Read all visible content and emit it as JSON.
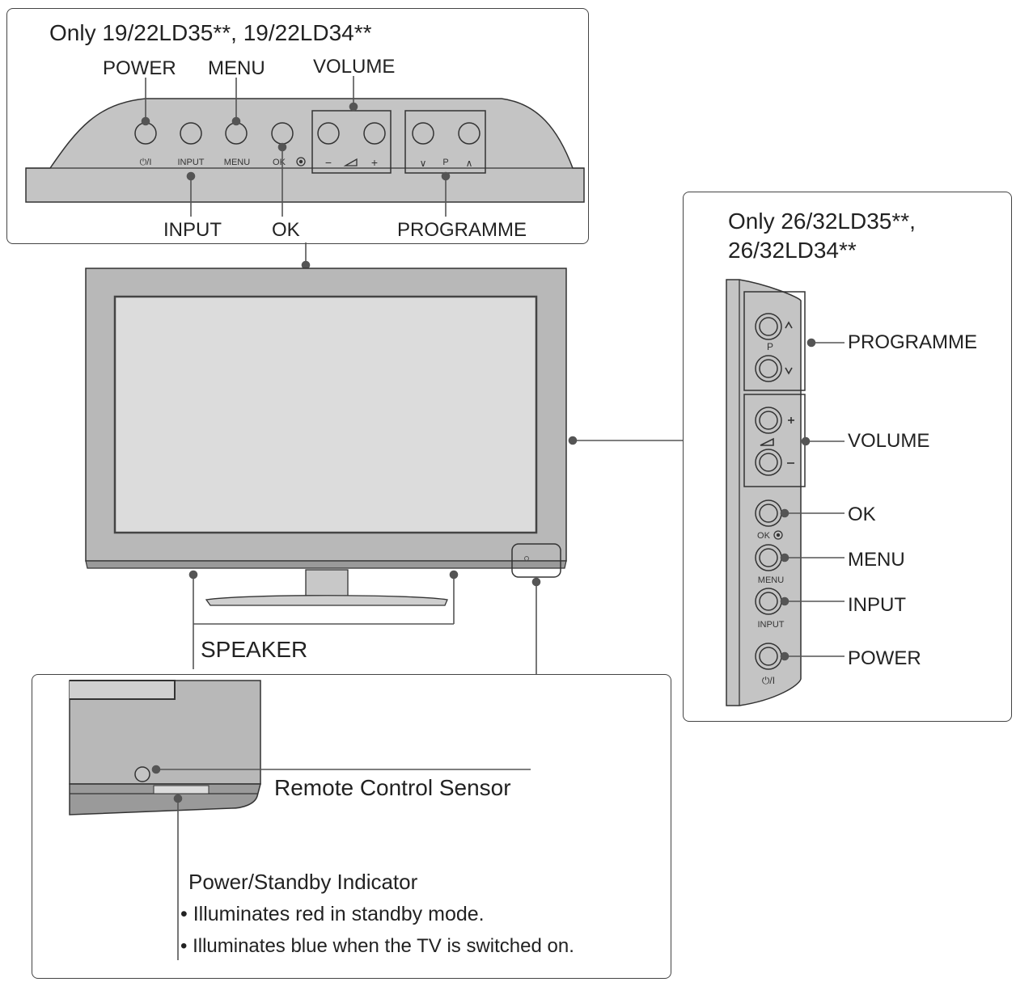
{
  "top_panel": {
    "title": "Only 19/22LD35**, 19/22LD34**",
    "callouts": {
      "power": "POWER",
      "menu": "MENU",
      "volume": "VOLUME",
      "input": "INPUT",
      "ok": "OK",
      "programme": "PROGRAMME"
    },
    "button_marks": {
      "power": "⏻/I",
      "input": "INPUT",
      "menu": "MENU",
      "ok": "OK",
      "vol_minus": "−",
      "vol_plus": "+",
      "prog_down": "∨",
      "prog_p": "P",
      "prog_up": "∧"
    }
  },
  "side_panel": {
    "title_line1": "Only 26/32LD35**,",
    "title_line2": "26/32LD34**",
    "callouts": {
      "programme": "PROGRAMME",
      "volume": "VOLUME",
      "ok": "OK",
      "menu": "MENU",
      "input": "INPUT",
      "power": "POWER"
    },
    "button_marks": {
      "prog_p": "P",
      "ok": "OK",
      "menu": "MENU",
      "input": "INPUT",
      "power": "⏻/I"
    }
  },
  "tv": {
    "speaker_label": "SPEAKER"
  },
  "bottom_panel": {
    "sensor_label": "Remote Control Sensor",
    "indicator_title": "Power/Standby Indicator",
    "indicator_bullets": [
      "• Illuminates red in standby mode.",
      "• Illuminates blue when the TV is switched on."
    ]
  },
  "colors": {
    "panel_gray": "#bfbfbf",
    "dark_gray": "#8c8c8c",
    "line": "#555555",
    "dot": "#555555"
  }
}
